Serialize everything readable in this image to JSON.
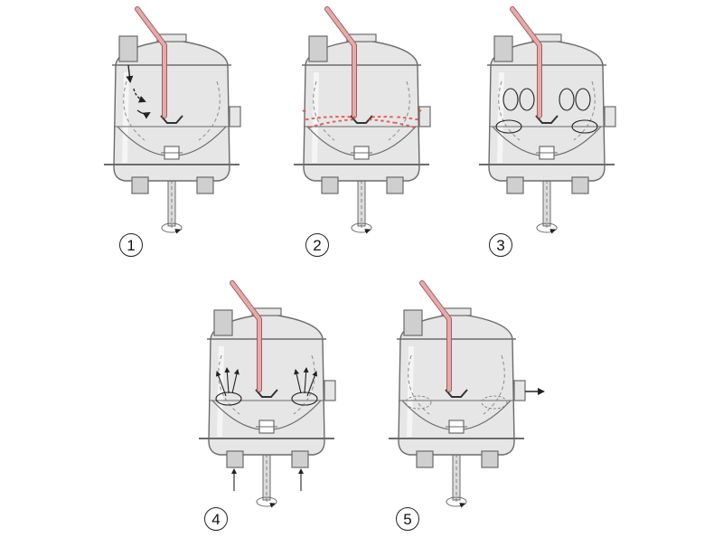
{
  "colors": {
    "vessel_fill": "#e6e6e6",
    "vessel_stroke": "#6b6b6b",
    "pipe": "#e8a9a9",
    "pipe_stroke": "#9a6060",
    "spray": "#e0473c",
    "arrow": "#222222",
    "dashed": "#8a8a8a"
  },
  "steps": [
    {
      "label": "1",
      "stage": "fill"
    },
    {
      "label": "2",
      "stage": "spray"
    },
    {
      "label": "3",
      "stage": "mix"
    },
    {
      "label": "4",
      "stage": "dry"
    },
    {
      "label": "5",
      "stage": "discharge"
    }
  ]
}
